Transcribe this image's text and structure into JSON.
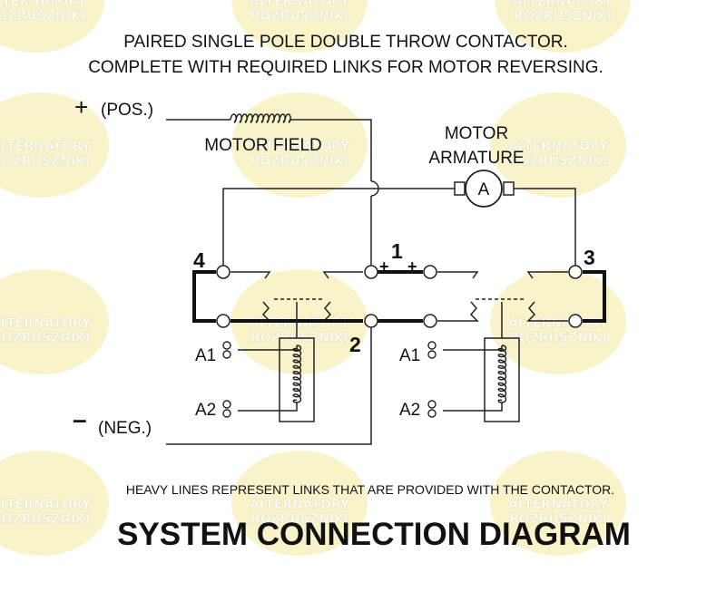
{
  "header": {
    "line1": "PAIRED SINGLE POLE DOUBLE THROW CONTACTOR.",
    "line2": "COMPLETE WITH REQUIRED LINKS FOR MOTOR REVERSING."
  },
  "supply": {
    "pos_symbol": "+",
    "pos_label": "(POS.)",
    "neg_symbol": "–",
    "neg_label": "(NEG.)"
  },
  "motor": {
    "field_label": "MOTOR FIELD",
    "armature_line1": "MOTOR",
    "armature_line2": "ARMATURE",
    "armature_symbol": "A"
  },
  "terminals": {
    "t1": "1",
    "t2": "2",
    "t3": "3",
    "t4": "4",
    "plus_a": "+",
    "plus_b": "+"
  },
  "coils": {
    "left_a1": "A1",
    "left_a2": "A2",
    "right_a1": "A1",
    "right_a2": "A2"
  },
  "footer": {
    "note": "HEAVY LINES REPRESENT LINKS THAT ARE PROVIDED WITH THE CONTACTOR.",
    "title": "SYSTEM CONNECTION DIAGRAM"
  },
  "watermark": {
    "line1": "ALTERNATORY",
    "line2": "ROZRUSZNIKI",
    "color": "#f6efb8"
  }
}
